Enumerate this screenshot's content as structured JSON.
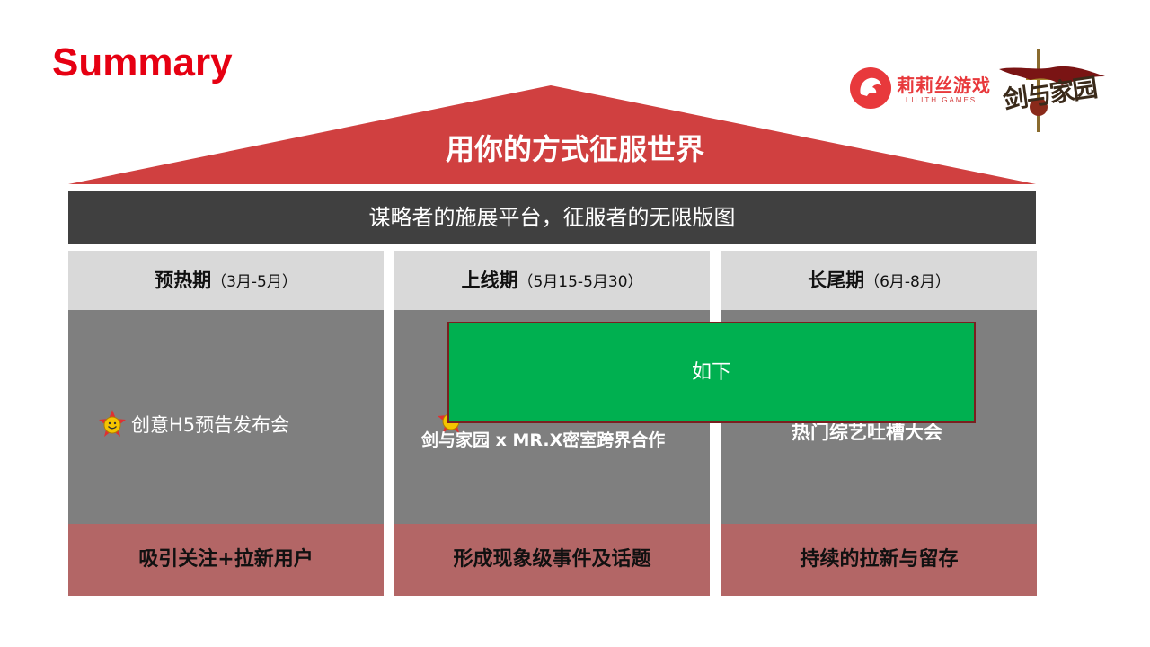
{
  "slide": {
    "title": "Summary",
    "roof_text": "用你的方式征服世界",
    "banner_text": "谋略者的施展平台，征服者的无限版图",
    "overlay_text": "如下"
  },
  "logos": {
    "publisher_name": "莉莉丝游戏",
    "publisher_sub": "LILITH GAMES",
    "game_logo_text": "剑与家园"
  },
  "columns": [
    {
      "name": "预热期",
      "period": "（3月-5月）",
      "item_text": "创意H5预告发布会",
      "goal": "吸引关注+拉新用户"
    },
    {
      "name": "上线期",
      "period": "（5月15-5月30）",
      "item_text": "剑与家园 x MR.X密室跨界合作",
      "goal": "形成现象级事件及话题"
    },
    {
      "name": "长尾期",
      "period": "（6月-8月）",
      "item_text": "热门综艺吐槽大会",
      "goal": "持续的拉新与留存"
    }
  ],
  "colors": {
    "title_red": "#e60012",
    "roof_red": "#d04040",
    "banner_dark": "#404040",
    "header_gray": "#d9d9d9",
    "body_gray": "#7f7f7f",
    "footer_red": "#b36666",
    "overlay_green": "#00b050"
  }
}
